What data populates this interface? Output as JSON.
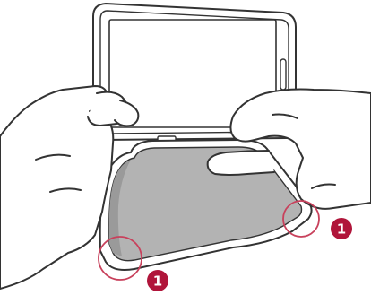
{
  "illustration": {
    "subject": "tablet-cover-attachment",
    "callouts": [
      {
        "number": "1",
        "target": "right-corner-clip"
      },
      {
        "number": "1",
        "target": "left-corner-clip"
      }
    ],
    "colors": {
      "outline": "#333333",
      "cover_fill": "#b3b3b3",
      "cover_shadow": "#9a9a9a",
      "highlight_circle": "#c8415c",
      "badge_fill": "#b0153a",
      "badge_text": "#ffffff",
      "background": "#ffffff"
    }
  }
}
